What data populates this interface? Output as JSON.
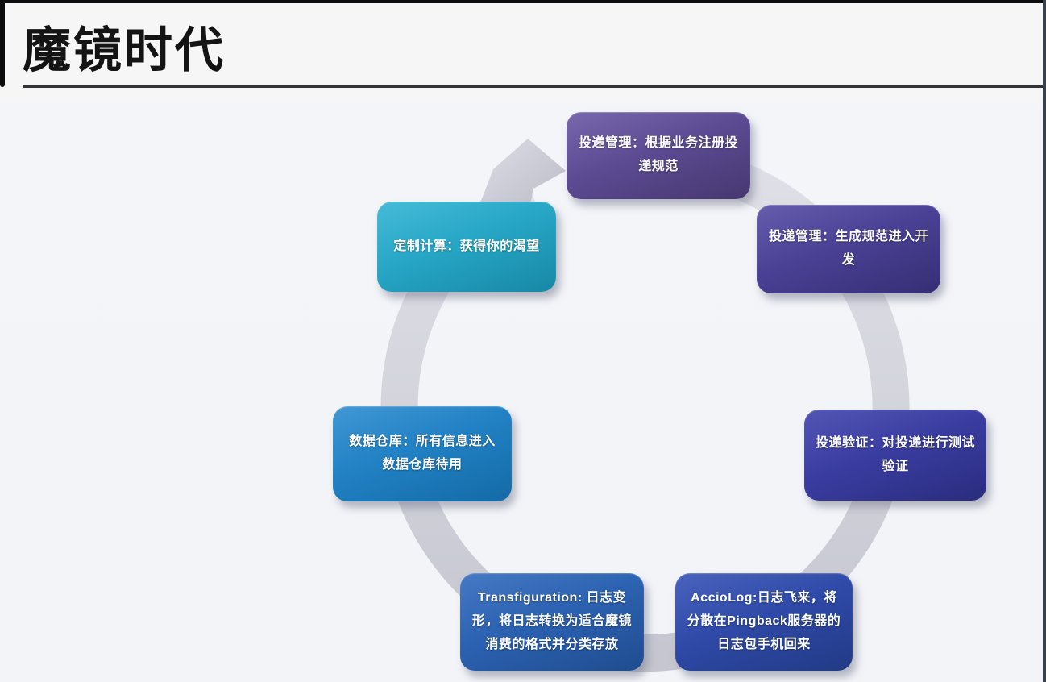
{
  "header": {
    "title": "魔镜时代"
  },
  "diagram": {
    "type": "cycle",
    "flow_direction": "clockwise",
    "ring_color": "#d3d4dc",
    "arrow_color": "#c9cad3",
    "nodes": [
      {
        "id": "delivery-register",
        "position": "top",
        "color": "#5c4b93",
        "text": "投递管理：根据业务注册投递规范"
      },
      {
        "id": "delivery-spec-dev",
        "position": "top-right",
        "color": "#4a4195",
        "text": "投递管理：生成规范进入开发"
      },
      {
        "id": "delivery-verify",
        "position": "right",
        "color": "#3a3da0",
        "text": "投递验证：对投递进行测试验证"
      },
      {
        "id": "acciolog-collect",
        "position": "bottom-right",
        "color": "#2f4aa8",
        "text": "AccioLog:日志飞来，将分散在Pingback服务器的日志包手机回来"
      },
      {
        "id": "transfiguration",
        "position": "bottom-left",
        "color": "#2c62b2",
        "text": "Transfiguration: 日志变形，将日志转换为适合魔镜消费的格式并分类存放"
      },
      {
        "id": "data-warehouse",
        "position": "left",
        "color": "#2181c4",
        "text": "数据仓库：所有信息进入数据仓库待用"
      },
      {
        "id": "custom-compute",
        "position": "top-left",
        "color": "#27a6c6",
        "text": "定制计算：获得你的渴望"
      }
    ]
  }
}
